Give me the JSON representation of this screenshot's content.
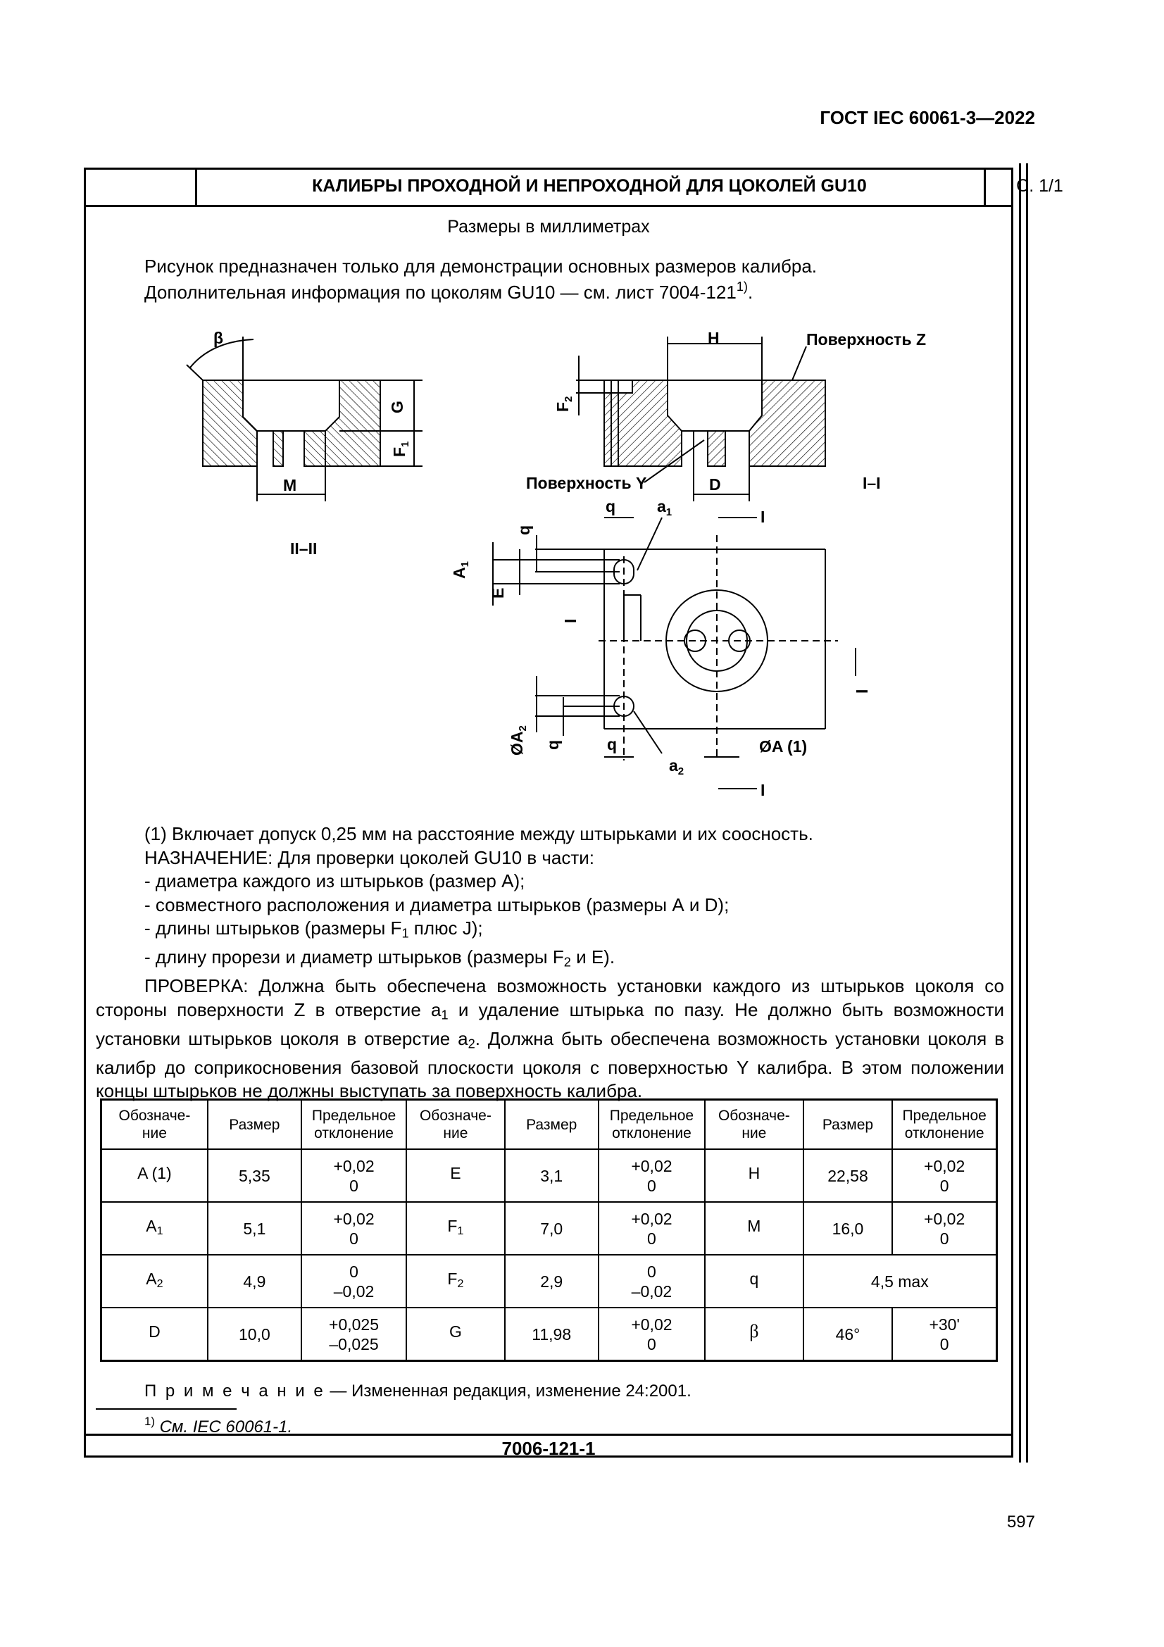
{
  "header": {
    "standard": "ГОСТ IEC 60061-3—2022"
  },
  "title_bar": {
    "title": "КАЛИБРЫ ПРОХОДНОЙ И НЕПРОХОДНОЙ ДЛЯ ЦОКОЛЕЙ GU10",
    "page": "С. 1/1"
  },
  "units": "Размеры в миллиметрах",
  "intro": {
    "line1": "Рисунок предназначен только для демонстрации основных размеров калибра.",
    "line2": "Дополнительная информация по цоколям GU10 — см. лист 7004-121",
    "line2_sup": "1)",
    "line2_end": "."
  },
  "figure": {
    "beta": "β",
    "G": "G",
    "F1": "F",
    "F1_sub": "1",
    "M": "M",
    "section_II": "II–II",
    "H": "H",
    "surface_Z": "Поверхность Z",
    "F2": "F",
    "F2_sub": "2",
    "surface_Y": "Поверхность Y",
    "D": "D",
    "section_I": "I–I",
    "q": "q",
    "a1": "a",
    "a1_sub": "1",
    "I": "I",
    "A1": "A",
    "A1_sub": "1",
    "E": "E",
    "A2": "ØA",
    "A2_sub": "2",
    "a2": "a",
    "a2_sub": "2",
    "A_dia": "ØA (1)"
  },
  "text": {
    "note1": "(1) Включает допуск 0,25 мм на расстояние между штырьками и их соосность.",
    "purpose": "НАЗНАЧЕНИЕ: Для проверки цоколей GU10 в части:",
    "item1": "- диаметра каждого из штырьков (размер А);",
    "item2": "- совместного расположения и диаметра штырьков (размеры А и D);",
    "item3_a": "- длины штырьков (размеры F",
    "item3_sub": "1",
    "item3_b": " плюс J);",
    "item4_a": "- длину прорези и диаметр штырьков (размеры F",
    "item4_sub": "2",
    "item4_b": " и E).",
    "check_a": "ПРОВЕРКА: Должна быть обеспечена возможность установки каждого из штырьков цоколя со стороны поверхности Z в отверстие a",
    "check_sub1": "1",
    "check_b": " и удаление штырька по пазу. Не должно быть возможности установки штырьков цоколя в отверстие a",
    "check_sub2": "2",
    "check_c": ". Должна быть обеспечена возможность установки цоколя в калибр до соприкосновения базовой плоскости цоколя с поверхностью Y калибра. В этом положении концы штырьков не должны выступать за поверхность калибра."
  },
  "table": {
    "headers": {
      "sym_1": "Обозначе-",
      "sym_2": "ние",
      "size": "Размер",
      "tol_1": "Предельное",
      "tol_2": "отклонение"
    },
    "rows": [
      [
        "A (1)",
        "",
        "5,35",
        "+0,02",
        "0",
        "E",
        "",
        "3,1",
        "+0,02",
        "0",
        "H",
        "",
        "22,58",
        "+0,02",
        "0"
      ],
      [
        "A",
        "1",
        "5,1",
        "+0,02",
        "0",
        "F",
        "1",
        "7,0",
        "+0,02",
        "0",
        "M",
        "",
        "16,0",
        "+0,02",
        "0"
      ],
      [
        "A",
        "2",
        "4,9",
        "0",
        "–0,02",
        "F",
        "2",
        "2,9",
        "0",
        "–0,02",
        "q",
        "",
        "4,5 max",
        "",
        ""
      ],
      [
        "D",
        "",
        "10,0",
        "+0,025",
        "–0,025",
        "G",
        "",
        "11,98",
        "+0,02",
        "0",
        "β",
        "",
        "46°",
        "+30'",
        "0"
      ]
    ]
  },
  "note": {
    "label": "П р и м е ч а н и е",
    "text": " — Измененная редакция, изменение 24:2001."
  },
  "footnote": {
    "mark": "1)",
    "text": " См. IEC 60061-1."
  },
  "sheet": "7006-121-1",
  "page_number": "597"
}
